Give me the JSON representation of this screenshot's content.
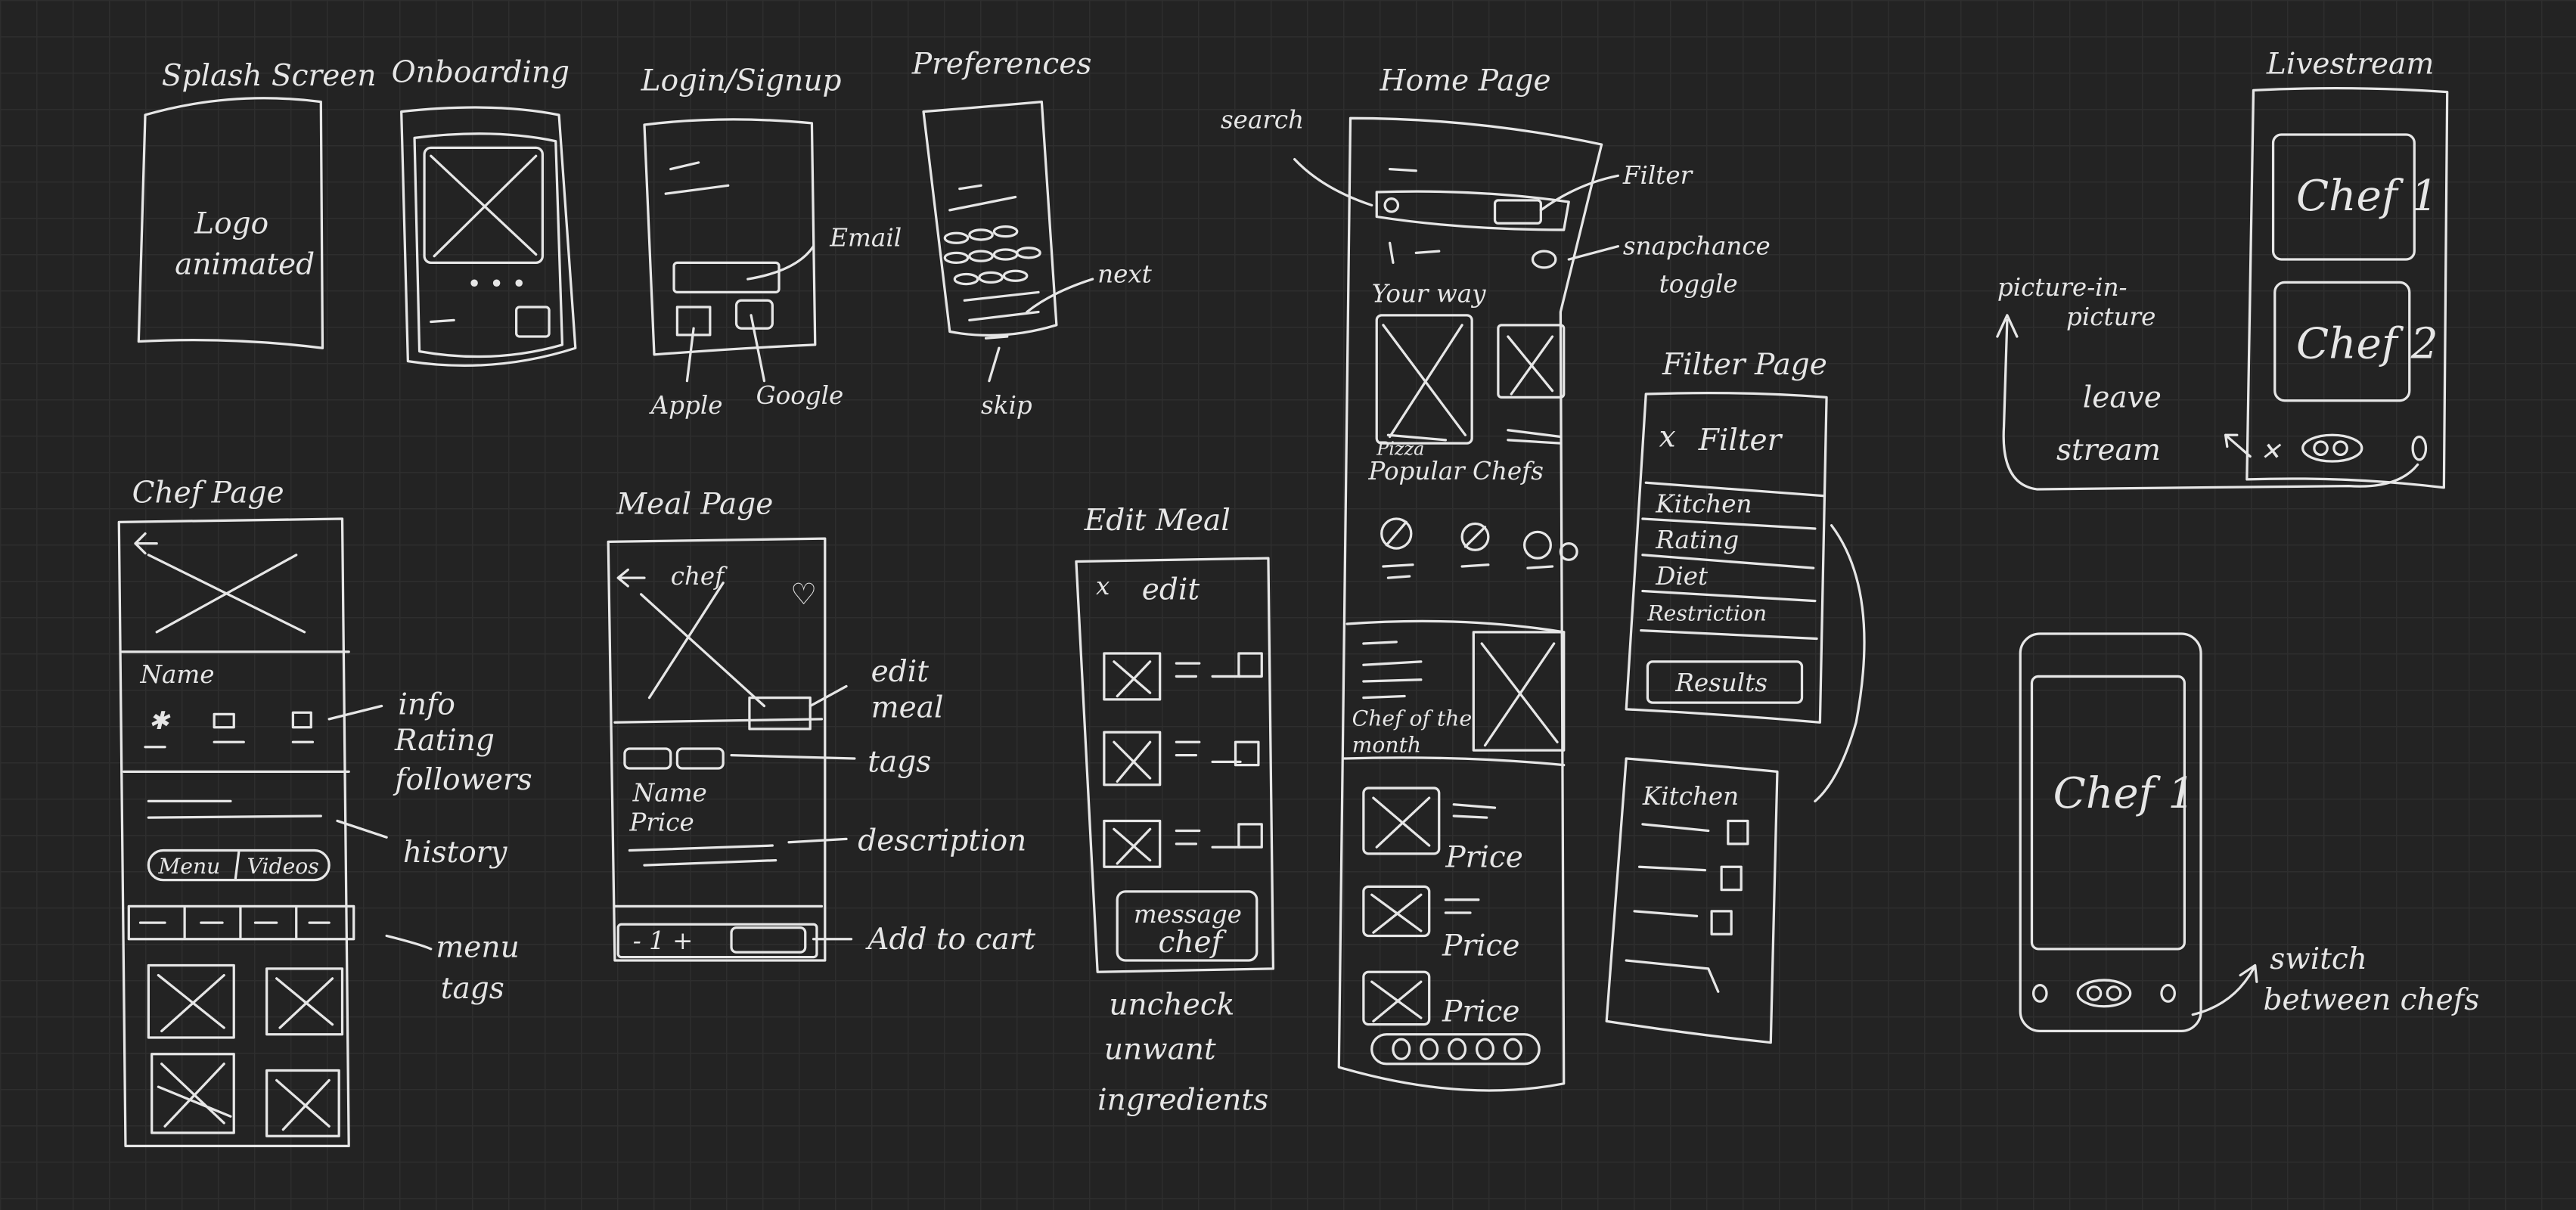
{
  "background_color": "#232323",
  "ink_color": "#e6e6e6",
  "splash": {
    "title": "Splash Screen",
    "line1": "Logo",
    "line2": "animated"
  },
  "onboarding": {
    "title": "Onboarding"
  },
  "login": {
    "title": "Login/Signup",
    "email": "Email",
    "apple": "Apple",
    "google": "Google"
  },
  "preferences": {
    "title": "Preferences",
    "next": "next",
    "skip": "skip"
  },
  "home": {
    "title": "Home Page",
    "search": "search",
    "filter": "Filter",
    "toggle1": "snapchance",
    "toggle2": "toggle",
    "your_way": "Your way",
    "pizza": "Pizza",
    "popular_chefs": "Popular Chefs",
    "chef_month1": "Chef of the",
    "chef_month2": "month",
    "prices": [
      "Price",
      "Price",
      "Price"
    ]
  },
  "filter_page": {
    "title": "Filter Page",
    "close": "x",
    "heading": "Filter",
    "rows": [
      "Kitchen",
      "Rating",
      "Diet",
      "Restriction"
    ],
    "results": "Results",
    "sub_title": "Kitchen"
  },
  "livestream": {
    "title": "Livestream",
    "chef1": "Chef 1",
    "chef2": "Chef 2",
    "pip1": "picture-in-",
    "pip2": "picture",
    "leave1": "leave",
    "leave2": "stream"
  },
  "single_stream": {
    "chef": "Chef 1",
    "switch1": "switch",
    "switch2": "between chefs"
  },
  "chef_page": {
    "title": "Chef Page",
    "name": "Name",
    "info": "info",
    "rating": "Rating",
    "followers": "followers",
    "history": "history",
    "menu": "Menu",
    "videos": "Videos",
    "menu_label": "menu",
    "tags_label": "tags"
  },
  "meal_page": {
    "title": "Meal Page",
    "chef": "chef",
    "edit1": "edit",
    "edit2": "meal",
    "tags": "tags",
    "name": "Name",
    "price": "Price",
    "description": "description",
    "stepper": "- 1 +",
    "add_to_cart": "Add to cart"
  },
  "edit_meal": {
    "title": "Edit Meal",
    "close": "x",
    "heading": "edit",
    "message1": "message",
    "message2": "chef",
    "note1": "uncheck",
    "note2": "unwant",
    "note3": "ingredients"
  }
}
